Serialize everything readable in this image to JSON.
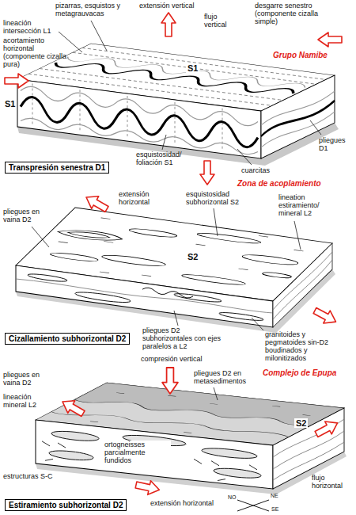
{
  "diagram": {
    "nodes": [
      {
        "text": [
          "Transpresión senestra D1"
        ]
      },
      {
        "text": [
          "Cizallamiento subhorizontal D2"
        ]
      },
      {
        "text": [
          "Estiramiento subhorizontal D2"
        ]
      }
    ],
    "labels": [
      "Grupo Namibe",
      "extensión vertical",
      "pizarras, esquistos y metagrauvacas",
      "flujo vertical",
      "desgarre senestro (componente cizalla simple)",
      "lineación intersección L1",
      "acortamiento horizontal (componente cizalla pura)",
      "S1",
      "S1",
      "pliegues D1",
      "cuarcitas",
      "esquistosidad/ foliación S1",
      "Zona de acoplamiento",
      "extensión horizontal",
      "esquistosidad subhorizontal S2",
      "lineation estiramiento/ mineral L2",
      "pliegues en vaina D2",
      "S2",
      "pliegues D2 subhorizontales con ejes paralelos a L2",
      "granitoides y pegmatoides sin-D2 boudinados y milonitizados",
      "Complejo de Epupa",
      "compresión vertical",
      "pliegues D2 en metasedimentos",
      "pliegues en vaina D2",
      "lineación mineral L2",
      "S2",
      "estructuras S-C",
      "ortogneisses parcialmente fundidos",
      "flujo horizontal",
      "extensión horizontal",
      "NO",
      "NE",
      "SE"
    ]
  }
}
